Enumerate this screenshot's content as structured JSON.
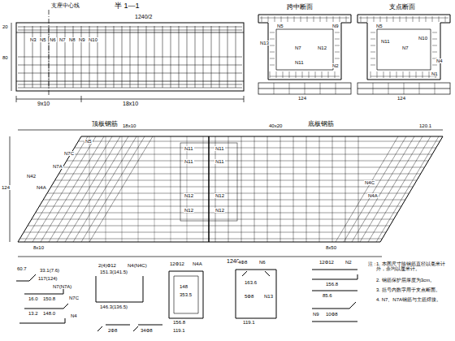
{
  "diagram": {
    "labels": [
      "支座中心线",
      "半 1—1",
      "1240/2",
      "9x10",
      "18x10",
      "N3",
      "N5",
      "N6",
      "N7",
      "N8",
      "N9",
      "N10",
      "80",
      "20",
      "跨中断面",
      "支点断面",
      "N5",
      "N9",
      "N13",
      "N7",
      "N12",
      "N11",
      "N2",
      "N5",
      "N11",
      "N7",
      "N10",
      "N4",
      "N1",
      "124",
      "124",
      "顶板钢筋",
      "底板钢筋",
      "18x10",
      "40x20",
      "120.1",
      "N5",
      "N7C",
      "N7A",
      "N4A",
      "N42",
      "N11",
      "N11",
      "N12",
      "N12",
      "N11",
      "N11",
      "N12",
      "N12",
      "N4C",
      "N4A",
      "124",
      "8x10",
      "8x50",
      "1240",
      "60.7",
      "33.1(7.6)",
      "117(124)",
      "N7(N7A)",
      "16.0",
      "150.8",
      "N7C",
      "13.2",
      "148.0",
      "N4",
      "2(4)Ф12",
      "N4(N4C)",
      "151.3(141.5)",
      "146.3(136.5)",
      "12Ф12",
      "N4A",
      "148",
      "353.5",
      "156.8",
      "4Ф8",
      "N6",
      "163.6",
      "5Ф8",
      "N13",
      "119.1",
      "119.1",
      "12Ф12",
      "N2",
      "156.8",
      "85.6",
      "N9",
      "10Ф8",
      "注：",
      "1. 本图尺寸除钢筋直径以毫米计外，余均以厘米计。",
      "2. 钢筋保护层厚度为3cm。",
      "3. 括号内数字用于支点断面。",
      "4. N7、N7A钢筋与主筋焊接。",
      "2Ф8",
      "34Ф8"
    ]
  }
}
